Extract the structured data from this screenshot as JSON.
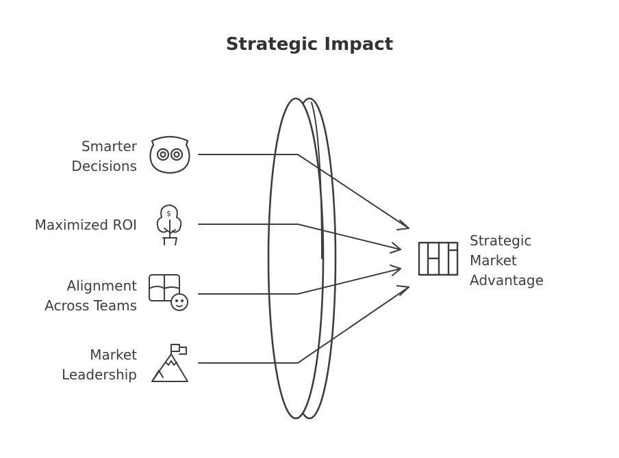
{
  "title": "Strategic Impact",
  "inputs": [
    {
      "line1": "Smarter",
      "line2": "Decisions",
      "icon": "owl-icon"
    },
    {
      "line1": "Maximized ROI",
      "line2": "",
      "icon": "money-tree-icon"
    },
    {
      "line1": "Alignment",
      "line2": "Across Teams",
      "icon": "puzzle-team-icon"
    },
    {
      "line1": "Market",
      "line2": "Leadership",
      "icon": "mountain-flag-icon"
    }
  ],
  "output": {
    "line1": "Strategic",
    "line2": "Market",
    "line3": "Advantage",
    "icon": "columns-icon"
  },
  "colors": {
    "stroke": "#3d3d3d",
    "background": "#ffffff"
  }
}
